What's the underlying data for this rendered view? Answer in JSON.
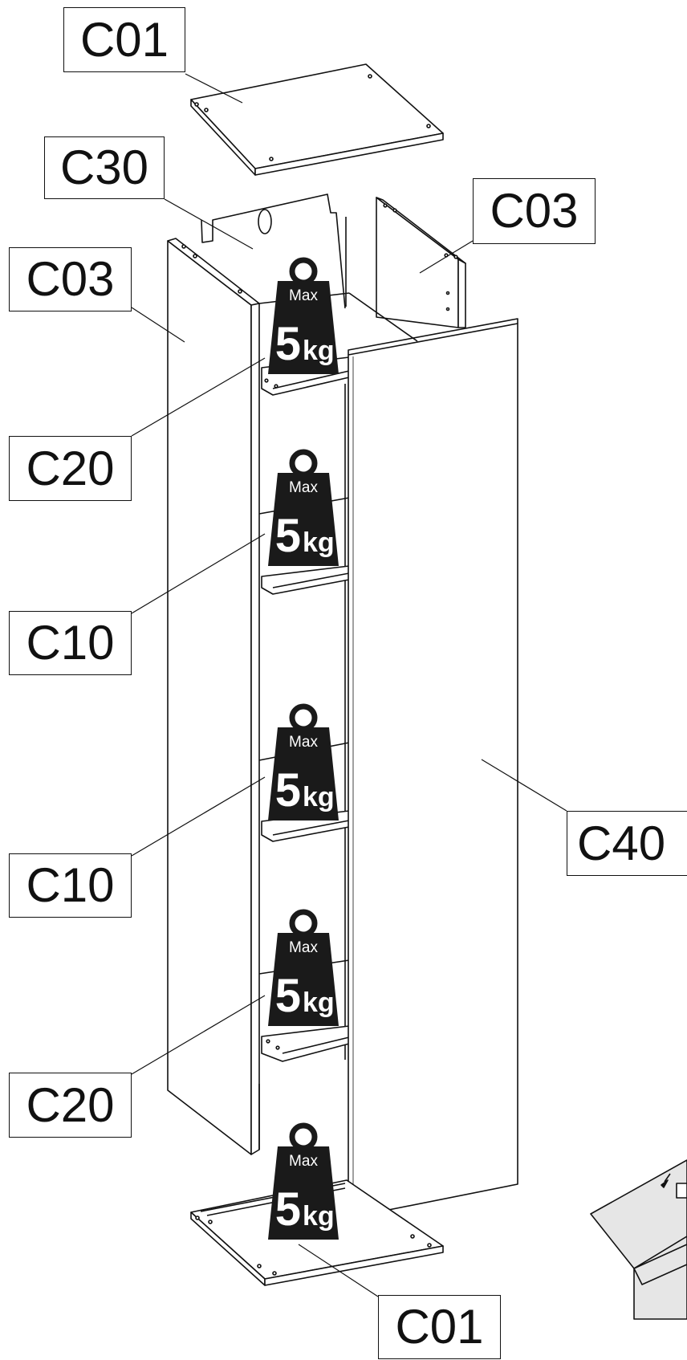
{
  "parts": {
    "c01_top": "C01",
    "c30": "C30",
    "c03_right": "C03",
    "c03_left": "C03",
    "c20_top": "C20",
    "c10_a": "C10",
    "c40": "C40",
    "c10_b": "C10",
    "c20_bottom": "C20",
    "c01_bottom": "C01"
  },
  "weight_badge": {
    "max_label": "Max",
    "value": "5",
    "unit": "kg"
  },
  "colors": {
    "line": "#111111",
    "badge": "#1a1a1a",
    "paper": "#ffffff",
    "box": "#e6e6e6"
  }
}
